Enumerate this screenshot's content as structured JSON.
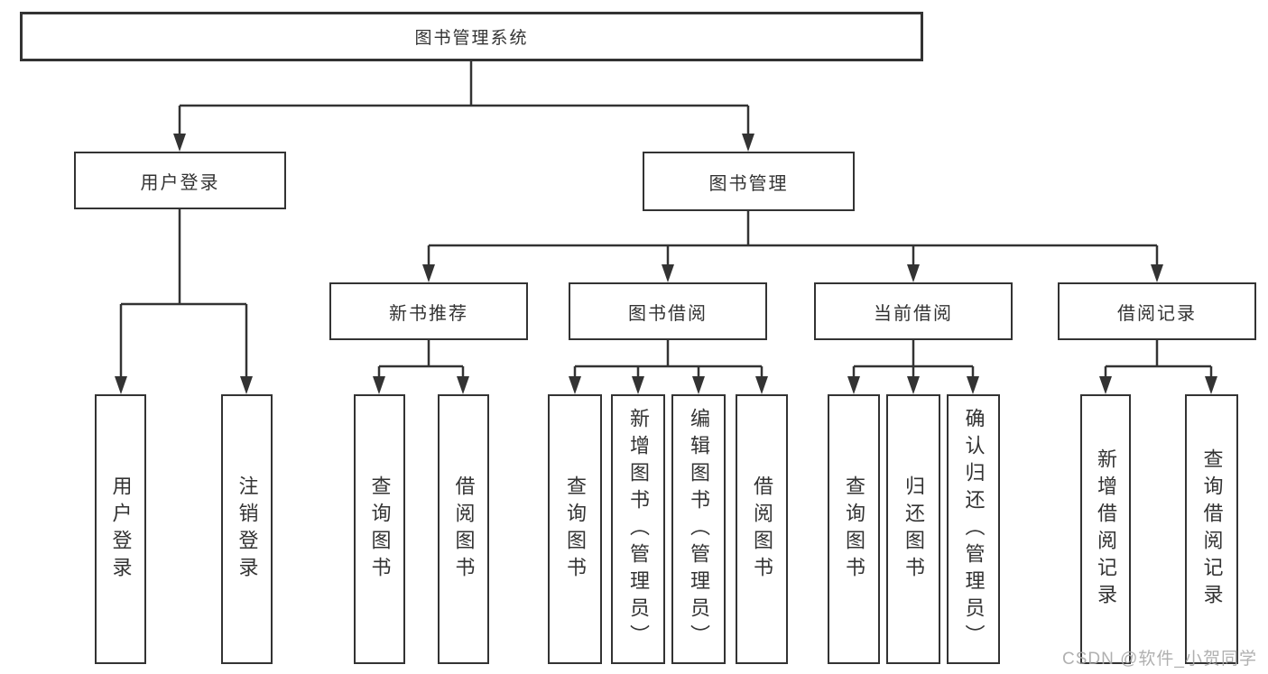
{
  "tree": {
    "root": "图书管理系统",
    "l2": [
      {
        "label": "用户登录",
        "children": [
          "用户登录",
          "注销登录"
        ]
      },
      {
        "label": "图书管理"
      }
    ],
    "l3": [
      {
        "label": "新书推荐",
        "children": [
          "查询图书",
          "借阅图书"
        ]
      },
      {
        "label": "图书借阅",
        "children": [
          "查询图书",
          "新增图书（管理员）",
          "编辑图书（管理员）",
          "借阅图书"
        ]
      },
      {
        "label": "当前借阅",
        "children": [
          "查询图书",
          "归还图书",
          "确认归还（管理员）"
        ]
      },
      {
        "label": "借阅记录",
        "children": [
          "新增借阅记录",
          "查询借阅记录"
        ]
      }
    ]
  },
  "watermark": "CSDN @软件_小贺同学",
  "colors": {
    "line": "#333333",
    "text": "#333333",
    "box_background": "#ffffff",
    "watermark": "#a8a8a8",
    "background": "#ffffff"
  }
}
